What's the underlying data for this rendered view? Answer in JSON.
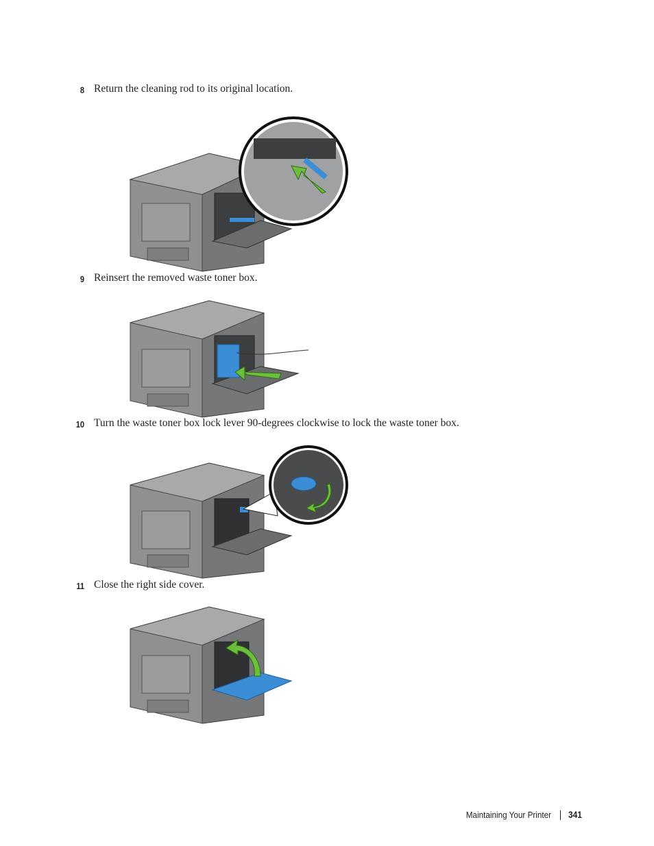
{
  "steps": [
    {
      "num": "8",
      "text": "Return the cleaning rod to its original location."
    },
    {
      "num": "9",
      "text": "Reinsert the removed waste toner box."
    },
    {
      "num": "10",
      "text": "Turn the waste toner box lock lever 90-degrees clockwise to lock the waste toner box."
    },
    {
      "num": "11",
      "text": "Close the right side cover."
    }
  ],
  "footer": {
    "section": "Maintaining Your Printer",
    "page": "341"
  },
  "colors": {
    "printer_body": "#8f9091",
    "printer_dark": "#5a5b5d",
    "accent_blue": "#3b8ed6",
    "arrow_green": "#6cbf3a"
  }
}
